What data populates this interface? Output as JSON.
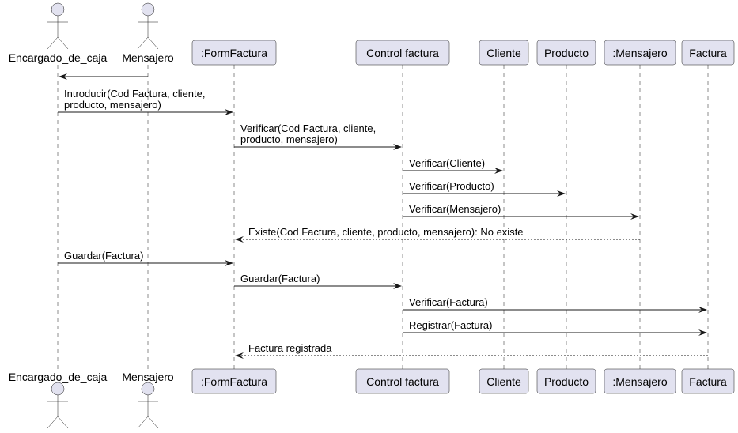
{
  "participants": [
    {
      "id": "encargado",
      "kind": "actor",
      "label": "Encargado_de_caja"
    },
    {
      "id": "mensajero_actor",
      "kind": "actor",
      "label": "Mensajero"
    },
    {
      "id": "formfactura",
      "kind": "box",
      "label": ":FormFactura"
    },
    {
      "id": "control",
      "kind": "box",
      "label": "Control factura"
    },
    {
      "id": "cliente",
      "kind": "box",
      "label": "Cliente"
    },
    {
      "id": "producto",
      "kind": "box",
      "label": "Producto"
    },
    {
      "id": "mensajero_obj",
      "kind": "box",
      "label": ":Mensajero"
    },
    {
      "id": "factura",
      "kind": "box",
      "label": "Factura"
    }
  ],
  "messages": [
    {
      "from": "mensajero_actor",
      "to": "encargado",
      "lines": [],
      "style": "solid"
    },
    {
      "from": "encargado",
      "to": "formfactura",
      "lines": [
        "Introducir(Cod Factura, cliente,",
        " producto, mensajero)"
      ],
      "style": "solid"
    },
    {
      "from": "formfactura",
      "to": "control",
      "lines": [
        "Verificar(Cod Factura, cliente,",
        " producto, mensajero)"
      ],
      "style": "solid"
    },
    {
      "from": "control",
      "to": "cliente",
      "lines": [
        "Verificar(Cliente)"
      ],
      "style": "solid"
    },
    {
      "from": "control",
      "to": "producto",
      "lines": [
        "Verificar(Producto)"
      ],
      "style": "solid"
    },
    {
      "from": "control",
      "to": "mensajero_obj",
      "lines": [
        "Verificar(Mensajero)"
      ],
      "style": "solid"
    },
    {
      "from": "mensajero_obj",
      "to": "formfactura",
      "lines": [
        "Existe(Cod Factura, cliente, producto, mensajero): No existe"
      ],
      "style": "dashed"
    },
    {
      "from": "encargado",
      "to": "formfactura",
      "lines": [
        "Guardar(Factura)"
      ],
      "style": "solid"
    },
    {
      "from": "formfactura",
      "to": "control",
      "lines": [
        "Guardar(Factura)"
      ],
      "style": "solid"
    },
    {
      "from": "control",
      "to": "factura",
      "lines": [
        "Verificar(Factura)"
      ],
      "style": "solid"
    },
    {
      "from": "control",
      "to": "factura",
      "lines": [
        "Registrar(Factura)"
      ],
      "style": "solid"
    },
    {
      "from": "factura",
      "to": "formfactura",
      "lines": [
        "Factura registrada"
      ],
      "style": "dashed"
    }
  ]
}
